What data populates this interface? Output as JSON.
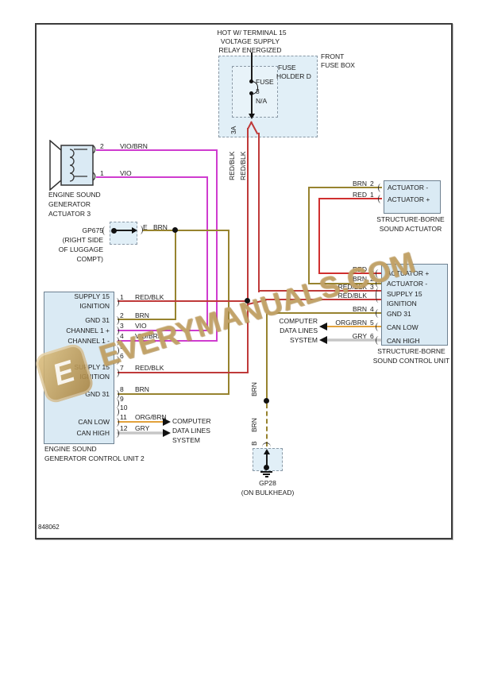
{
  "diagram_number": "848062",
  "colors": {
    "vio": "#cf3ccf",
    "red": "#d03030",
    "red_blk": "#bf3a3a",
    "brn": "#97832f",
    "org_brn": "#e2a23c",
    "gry": "#c6c6c6",
    "box_fill": "#daeaf4",
    "watermark": "#c9a468"
  },
  "fuse_box": {
    "hot_line1": "HOT W/ TERMINAL 15",
    "hot_line2": "VOLTAGE SUPPLY",
    "hot_line3": "RELAY ENERGIZED",
    "front_line1": "FRONT",
    "front_line2": "FUSE BOX",
    "holder_line1": "FUSE",
    "holder_line2": "HOLDER D",
    "fuse_line1": "FUSE",
    "fuse_line2": "3",
    "fuse_line3": "N/A",
    "amperage": "3A",
    "wire_a": "RED/BLK",
    "wire_b": "RED/BLK"
  },
  "actuator3": {
    "pin2_num": "2",
    "pin2_wire": "VIO/BRN",
    "pin1_num": "1",
    "pin1_wire": "VIO",
    "caption1": "ENGINE SOUND",
    "caption2": "GENERATOR",
    "caption3": "ACTUATOR 3"
  },
  "gp675": {
    "name": "GP675",
    "loc1": "(RIGHT SIDE",
    "loc2": "OF LUGGAGE",
    "loc3": "COMPT)",
    "pin": "E",
    "wire": "BRN"
  },
  "left_unit": {
    "caption1": "ENGINE SOUND",
    "caption2": "GENERATOR CONTROL UNIT 2",
    "pins": [
      {
        "num": "1",
        "wire": "RED/BLK"
      },
      {
        "num": "2",
        "wire": "BRN"
      },
      {
        "num": "3",
        "wire": "VIO"
      },
      {
        "num": "4",
        "wire": "VIO/BRN"
      },
      {
        "num": "5",
        "wire": ""
      },
      {
        "num": "6",
        "wire": ""
      },
      {
        "num": "7",
        "wire": "RED/BLK"
      },
      {
        "num": "8",
        "wire": "BRN"
      },
      {
        "num": "9",
        "wire": ""
      },
      {
        "num": "10",
        "wire": ""
      },
      {
        "num": "11",
        "wire": "ORG/BRN"
      },
      {
        "num": "12",
        "wire": "GRY"
      }
    ],
    "labels": {
      "supply1a": "SUPPLY 15",
      "supply1b": "IGNITION",
      "gnd2": "GND 31",
      "ch_plus": "CHANNEL 1 +",
      "ch_minus": "CHANNEL 1 -",
      "supply7a": "SUPPLY 15",
      "supply7b": "IGNITION",
      "gnd8": "GND 31",
      "can_low": "CAN LOW",
      "can_high": "CAN HIGH"
    }
  },
  "computer_left": {
    "l1": "COMPUTER",
    "l2": "DATA LINES",
    "l3": "SYSTEM"
  },
  "computer_right": {
    "l1": "COMPUTER",
    "l2": "DATA LINES",
    "l3": "SYSTEM"
  },
  "sound_actuator": {
    "pin2_wire": "BRN",
    "pin2_num": "2",
    "pin1_wire": "RED",
    "pin1_num": "1",
    "label_minus": "ACTUATOR -",
    "label_plus": "ACTUATOR +",
    "caption1": "STRUCTURE-BORNE",
    "caption2": "SOUND ACTUATOR"
  },
  "right_unit": {
    "pins": [
      {
        "wire": "RED",
        "num": "1",
        "label": "ACTUATOR +"
      },
      {
        "wire": "BRN",
        "num": "2",
        "label": "ACTUATOR -"
      },
      {
        "wire": "RED/BLK",
        "num": "3",
        "label": "SUPPLY 15"
      },
      {
        "wire": "RED/BLK",
        "num": "",
        "label": "IGNITION"
      },
      {
        "wire": "BRN",
        "num": "4",
        "label": "GND 31"
      },
      {
        "wire": "ORG/BRN",
        "num": "5",
        "label": "CAN LOW"
      },
      {
        "wire": "GRY",
        "num": "6",
        "label": "CAN HIGH"
      }
    ],
    "caption1": "STRUCTURE-BORNE",
    "caption2": "SOUND CONTROL UNIT"
  },
  "gp28": {
    "wire_label1": "BRN",
    "wire_label2": "BRN",
    "pin": "B",
    "name": "GP28",
    "location": "(ON BULKHEAD)"
  },
  "watermark": {
    "logo": "E",
    "text": "EVERYMANUALS.COM"
  }
}
